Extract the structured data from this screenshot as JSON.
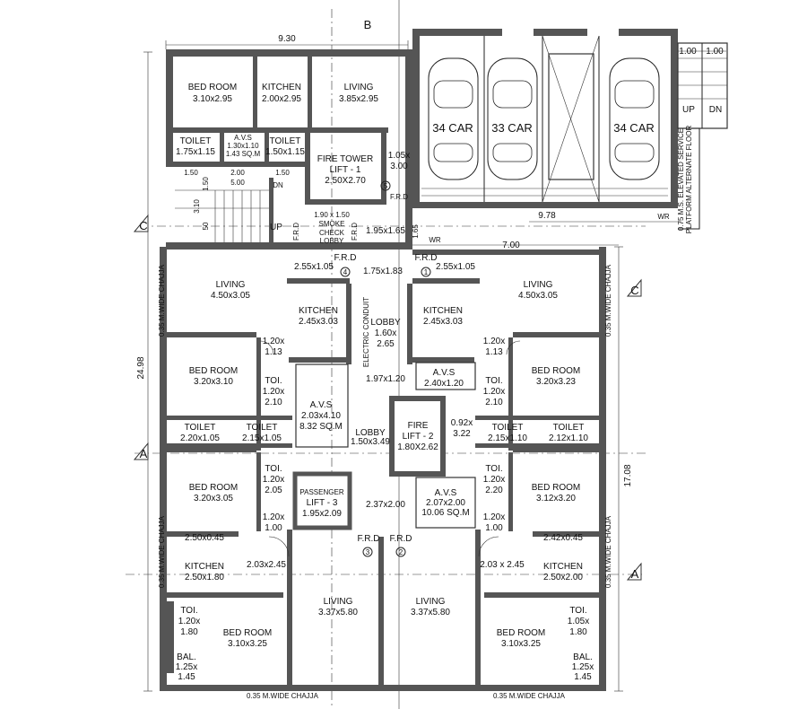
{
  "dimensions": {
    "top_width": "9.30",
    "stair_w1": "1.00",
    "stair_w2": "1.00",
    "main_width": "7.00",
    "parking_width": "9.78",
    "left_height": "24.98",
    "right_height": "17.08",
    "stair_a": "1.50",
    "stair_b": "2.00",
    "stair_c": "1.50",
    "stair_d": "5.00",
    "stair_e": "1.50",
    "stair_f": "3.10",
    "stair_g": "50",
    "lift_gap": "1.65"
  },
  "upper": {
    "bedroom": {
      "name": "BED ROOM",
      "size": "3.10x2.95"
    },
    "kitchen": {
      "name": "KITCHEN",
      "size": "2.00x2.95"
    },
    "living": {
      "name": "LIVING",
      "size": "3.85x2.95"
    },
    "toilet1": {
      "name": "TOILET",
      "size": "1.75x1.15"
    },
    "avs": {
      "name": "A.V.S",
      "size": "1.30x1.10",
      "area": "1.43 SQ.M"
    },
    "toilet2": {
      "name": "TOILET",
      "size": "1.50x1.15"
    },
    "fire_tower": {
      "name": "FIRE TOWER",
      "lift": "LIFT - 1",
      "size": "2.50X2.70"
    },
    "shaft": {
      "size": "1.05x",
      "size2": "3.00"
    },
    "frd5": {
      "label": "F.R.D",
      "num": "5"
    },
    "smoke": {
      "size": "1.90 x 1.50",
      "l1": "SMOKE",
      "l2": "CHECK",
      "l3": "LOBBY"
    },
    "frd_v1": "F.R.D",
    "frd_v2": "F.R.D",
    "lobby_size": "1.95x1.65",
    "up": "UP",
    "dn": "DN"
  },
  "parking": {
    "car1": "34 CAR",
    "car2": "33 CAR",
    "car3": "34 CAR",
    "up": "UP",
    "dn": "DN",
    "platform1": "0.75 M.S. ELEVATED SERVICE",
    "platform2": "PLATFORM ALTERNATE FLOOR",
    "wr1": "WR",
    "wr2": "WR"
  },
  "core": {
    "frd4": {
      "label": "F.R.D",
      "num": "4",
      "size": "2.55x1.05"
    },
    "frd1": {
      "label": "F.R.D",
      "num": "1",
      "size": "2.55x1.05"
    },
    "passage": "1.75x1.83",
    "lobby1": {
      "name": "LOBBY",
      "size1": "1.60x",
      "size2": "2.65"
    },
    "elec": "ELECTRIC CONDUIT",
    "passage2": "1.97x1.20",
    "avs_top": {
      "name": "A.V.S",
      "size": "2.40x1.20"
    },
    "lobby2": {
      "name": "LOBBY",
      "size": "1.50x3.49"
    },
    "fire_lift": {
      "name": "FIRE",
      "lift": "LIFT - 2",
      "size": "1.80X2.62"
    },
    "dim_092": "0.92x",
    "dim_322": "3.22",
    "passenger": {
      "name": "PASSENGER",
      "lift": "LIFT - 3",
      "size": "1.95x2.09"
    },
    "corridor": "2.37x2.00",
    "avs_bottom": {
      "name": "A.V.S",
      "size": "2.07x2.00",
      "area": "10.06 SQ.M"
    },
    "frd3": {
      "label": "F.R.D",
      "num": "3"
    },
    "frd2": {
      "label": "F.R.D",
      "num": "2"
    }
  },
  "left_flat": {
    "living": {
      "name": "LIVING",
      "size": "4.50x3.05"
    },
    "kitchen": {
      "name": "KITCHEN",
      "size": "2.45x3.03"
    },
    "pass1": {
      "a": "1.20x",
      "b": "1.13"
    },
    "bed1": {
      "name": "BED ROOM",
      "size": "3.20x3.10"
    },
    "toi1": {
      "name": "TOI.",
      "a": "1.20x",
      "b": "2.10"
    },
    "avs": {
      "name": "A.V.S",
      "size": "2.03x4.10",
      "area": "8.32 SQ.M"
    },
    "toilet_a": {
      "name": "TOILET",
      "size": "2.20x1.05"
    },
    "toilet_b": {
      "name": "TOILET",
      "size": "2.15x1.05"
    },
    "bed2": {
      "name": "BED ROOM",
      "size": "3.20x3.05"
    },
    "toi2": {
      "name": "TOI.",
      "a": "1.20x",
      "b": "2.05"
    },
    "pass2": {
      "a": "1.20x",
      "b": "1.00"
    },
    "dim_balc": "2.50x0.45",
    "kitchen2": {
      "name": "KITCHEN",
      "size": "2.50x1.80"
    },
    "passage": "2.03x2.45",
    "toi3": {
      "name": "TOI.",
      "a": "1.20x",
      "b": "1.80"
    },
    "bed3": {
      "name": "BED ROOM",
      "size": "3.10x3.25"
    },
    "living2": {
      "name": "LIVING",
      "size": "3.37x5.80"
    },
    "bal": {
      "name": "BAL.",
      "a": "1.25x",
      "b": "1.45"
    }
  },
  "right_flat": {
    "living": {
      "name": "LIVING",
      "size": "4.50x3.05"
    },
    "kitchen": {
      "name": "KITCHEN",
      "size": "2.45x3.03"
    },
    "pass1": {
      "a": "1.20x",
      "b": "1.13"
    },
    "bed1": {
      "name": "BED ROOM",
      "size": "3.20x3.23"
    },
    "toi1": {
      "name": "TOI.",
      "a": "1.20x",
      "b": "2.10"
    },
    "toilet_a": {
      "name": "TOILET",
      "size": "2.15x1.10"
    },
    "toilet_b": {
      "name": "TOILET",
      "size": "2.12x1.10"
    },
    "bed2": {
      "name": "BED ROOM",
      "size": "3.12x3.20"
    },
    "toi2": {
      "name": "TOI.",
      "a": "1.20x",
      "b": "2.20"
    },
    "pass2": {
      "a": "1.20x",
      "b": "1.00"
    },
    "dim_balc": "2.42x0.45",
    "kitchen2": {
      "name": "KITCHEN",
      "size": "2.50x2.00"
    },
    "passage": "2.03 x 2.45",
    "toi3": {
      "name": "TOI.",
      "a": "1.05x",
      "b": "1.80"
    },
    "bed3": {
      "name": "BED ROOM",
      "size": "3.10x3.25"
    },
    "living2": {
      "name": "LIVING",
      "size": "3.37x5.80"
    },
    "bal": {
      "name": "BAL.",
      "a": "1.25x",
      "b": "1.45"
    }
  },
  "chajja": {
    "left_top": "0.35 M.WIDE CHAJJA",
    "left_bottom": "0.35 M.WIDE CHAJJA",
    "right_top": "0.35 M.WIDE CHAJJA",
    "right_bottom": "0.35 M.WIDE CHAJJA",
    "bottom_left": "0.35 M.WIDE CHAJJA",
    "bottom_right": "0.35 M.WIDE CHAJJA"
  },
  "sections": {
    "a": "A",
    "a2": "A",
    "b": "B",
    "c": "C",
    "c2": "C"
  }
}
